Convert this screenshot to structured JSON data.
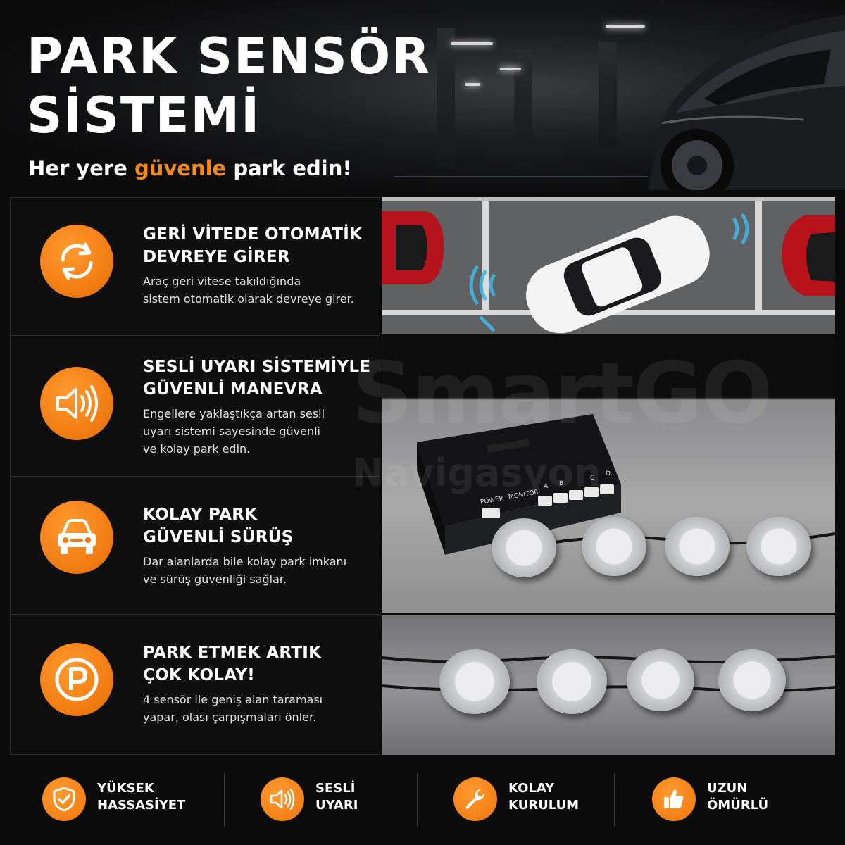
{
  "hero": {
    "title_line1": "PARK SENSÖR",
    "title_line2": "SİSTEMİ",
    "subtitle_before": "Her yere ",
    "subtitle_highlight": "güvenle",
    "subtitle_after": " park edin!"
  },
  "features": [
    {
      "title_line1": "GERİ VİTEDE OTOMATİK",
      "title_line2": "DEVREYE GİRER",
      "desc_line1": "Araç geri vitese takıldığında",
      "desc_line2": "sistem otomatik olarak devreye girer.",
      "desc_line3": "",
      "icon": "refresh-arrows-icon"
    },
    {
      "title_line1": "SESLİ UYARI SİSTEMİYLE",
      "title_line2": "GÜVENLİ MANEVRA",
      "desc_line1": "Engellere yaklaştıkça artan sesli",
      "desc_line2": "uyarı sistemi sayesinde güvenli",
      "desc_line3": "ve kolay park edin.",
      "icon": "speaker-icon"
    },
    {
      "title_line1": "KOLAY PARK",
      "title_line2": "GÜVENLİ SÜRÜŞ",
      "desc_line1": "Dar alanlarda bile kolay park imkanı",
      "desc_line2": "ve sürüş güvenliği sağlar.",
      "desc_line3": "",
      "icon": "car-icon"
    },
    {
      "title_line1": "PARK ETMEK ARTIK",
      "title_line2": "ÇOK KOLAY!",
      "desc_line1": "4 sensör ile geniş alan taraması",
      "desc_line2": "yapar, olası çarpışmaları önler.",
      "desc_line3": "",
      "icon": "parking-icon"
    }
  ],
  "control_box": {
    "port_power": "POWER",
    "port_monitor": "MONITOR",
    "port_a": "A",
    "port_b": "B",
    "port_c": "C",
    "port_d": "D"
  },
  "watermark": {
    "brand": "SmartGO",
    "sub": "Navigasyon"
  },
  "badges": [
    {
      "line1": "YÜKSEK",
      "line2": "HASSASİYET",
      "icon": "shield-check-icon"
    },
    {
      "line1": "SESLİ",
      "line2": "UYARI",
      "icon": "speaker-icon"
    },
    {
      "line1": "KOLAY",
      "line2": "KURULUM",
      "icon": "wrench-icon"
    },
    {
      "line1": "UZUN",
      "line2": "ÖMÜRLÜ",
      "icon": "thumbs-up-icon"
    }
  ],
  "colors": {
    "accent": "#f38a1c",
    "background": "#0b0b0c",
    "panel_border": "#2b2b2d"
  }
}
